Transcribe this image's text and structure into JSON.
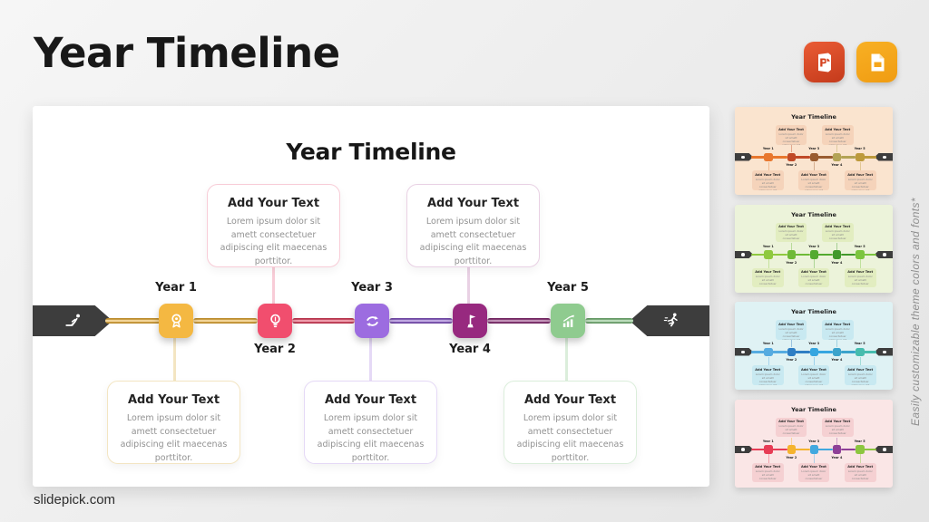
{
  "page": {
    "title": "Year Timeline",
    "watermark": "slidepick.com",
    "side_note": "Easily customizable theme colors and fonts*"
  },
  "format_icons": {
    "powerpoint": {
      "letter": "P",
      "color": "#D5421F"
    },
    "google_slides": {
      "color": "#F6A61B"
    }
  },
  "slide": {
    "title": "Year Timeline",
    "box": {
      "title": "Add Your Text",
      "body": "Lorem ipsum dolor sit amett consectetuer adipiscing elit maecenas porttitor."
    },
    "endpoints": {
      "color": "#3D3D3D",
      "start_icon": "crouching-runner",
      "finish_icon": "sprinting-runner"
    },
    "milestones": [
      {
        "label": "Year 1",
        "icon": "award-medal",
        "color": "#F4B842",
        "light": "#F3E5C2"
      },
      {
        "label": "Year 2",
        "icon": "lightbulb",
        "color": "#F14E6E",
        "light": "#F8CCD7"
      },
      {
        "label": "Year 3",
        "icon": "sync-arrows",
        "color": "#9C6CE0",
        "light": "#E5D9F6"
      },
      {
        "label": "Year 4",
        "icon": "milestone-flag",
        "color": "#97297F",
        "light": "#E9D1E4"
      },
      {
        "label": "Year 5",
        "icon": "growth-chart",
        "color": "#8FCB8F",
        "light": "#DBEEDB"
      }
    ],
    "segments": [
      "#F0B236",
      "#F0B236",
      "#E93E5E",
      "#8A57CE",
      "#8E2A78",
      "#7FC27F"
    ]
  },
  "thumbnails": [
    {
      "bg": "#FAE4CF",
      "box_bg": "#F5D3BA",
      "colors": [
        "#E8772E",
        "#C04A28",
        "#9A5C30",
        "#B3A355",
        "#BD9A3C"
      ]
    },
    {
      "bg": "#ECF3DA",
      "box_bg": "#E2EDC0",
      "colors": [
        "#8FC93F",
        "#6FBA37",
        "#53AA30",
        "#41992B",
        "#7CC53E"
      ]
    },
    {
      "bg": "#DFF2F4",
      "box_bg": "#C8E9F1",
      "colors": [
        "#56ABE0",
        "#2F7EC4",
        "#36A6E0",
        "#3BA3CB",
        "#46BCAE"
      ]
    },
    {
      "bg": "#FAE6E6",
      "box_bg": "#F5D0D2",
      "colors": [
        "#E73C55",
        "#F5B32E",
        "#41A8DF",
        "#8E4097",
        "#8CC63F"
      ]
    }
  ]
}
